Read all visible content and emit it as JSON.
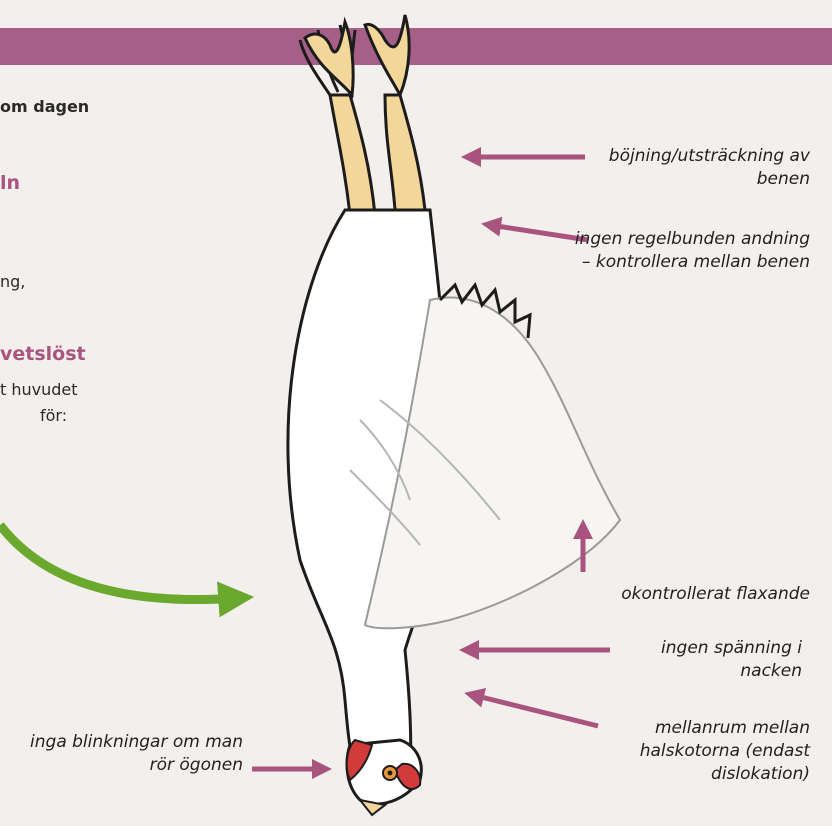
{
  "left_text": {
    "line1": "om dagen",
    "line2": "ln",
    "line3": "ng,",
    "line4": "vetslöst",
    "line5": "t huvudet",
    "line6": "för:"
  },
  "annotations": {
    "legs_flex": "böjning/utsträckning av benen",
    "breathing": "ingen regelbunden andning – kontrollera mellan benen",
    "flapping": "okontrollerat flaxande",
    "neck_tension": "ingen spänning i nacken",
    "vertebrae_gap": "mellanrum mellan halskotorna (endast dislokation)",
    "blinking": "inga blinkningar om man rör ögonen"
  },
  "colors": {
    "banner": "#a66088",
    "arrow_pink": "#a9547f",
    "arrow_green": "#6aa82e",
    "heading_pink": "#a9547f",
    "background": "#f2efec"
  },
  "illustration": "hanging-chicken-illustration"
}
